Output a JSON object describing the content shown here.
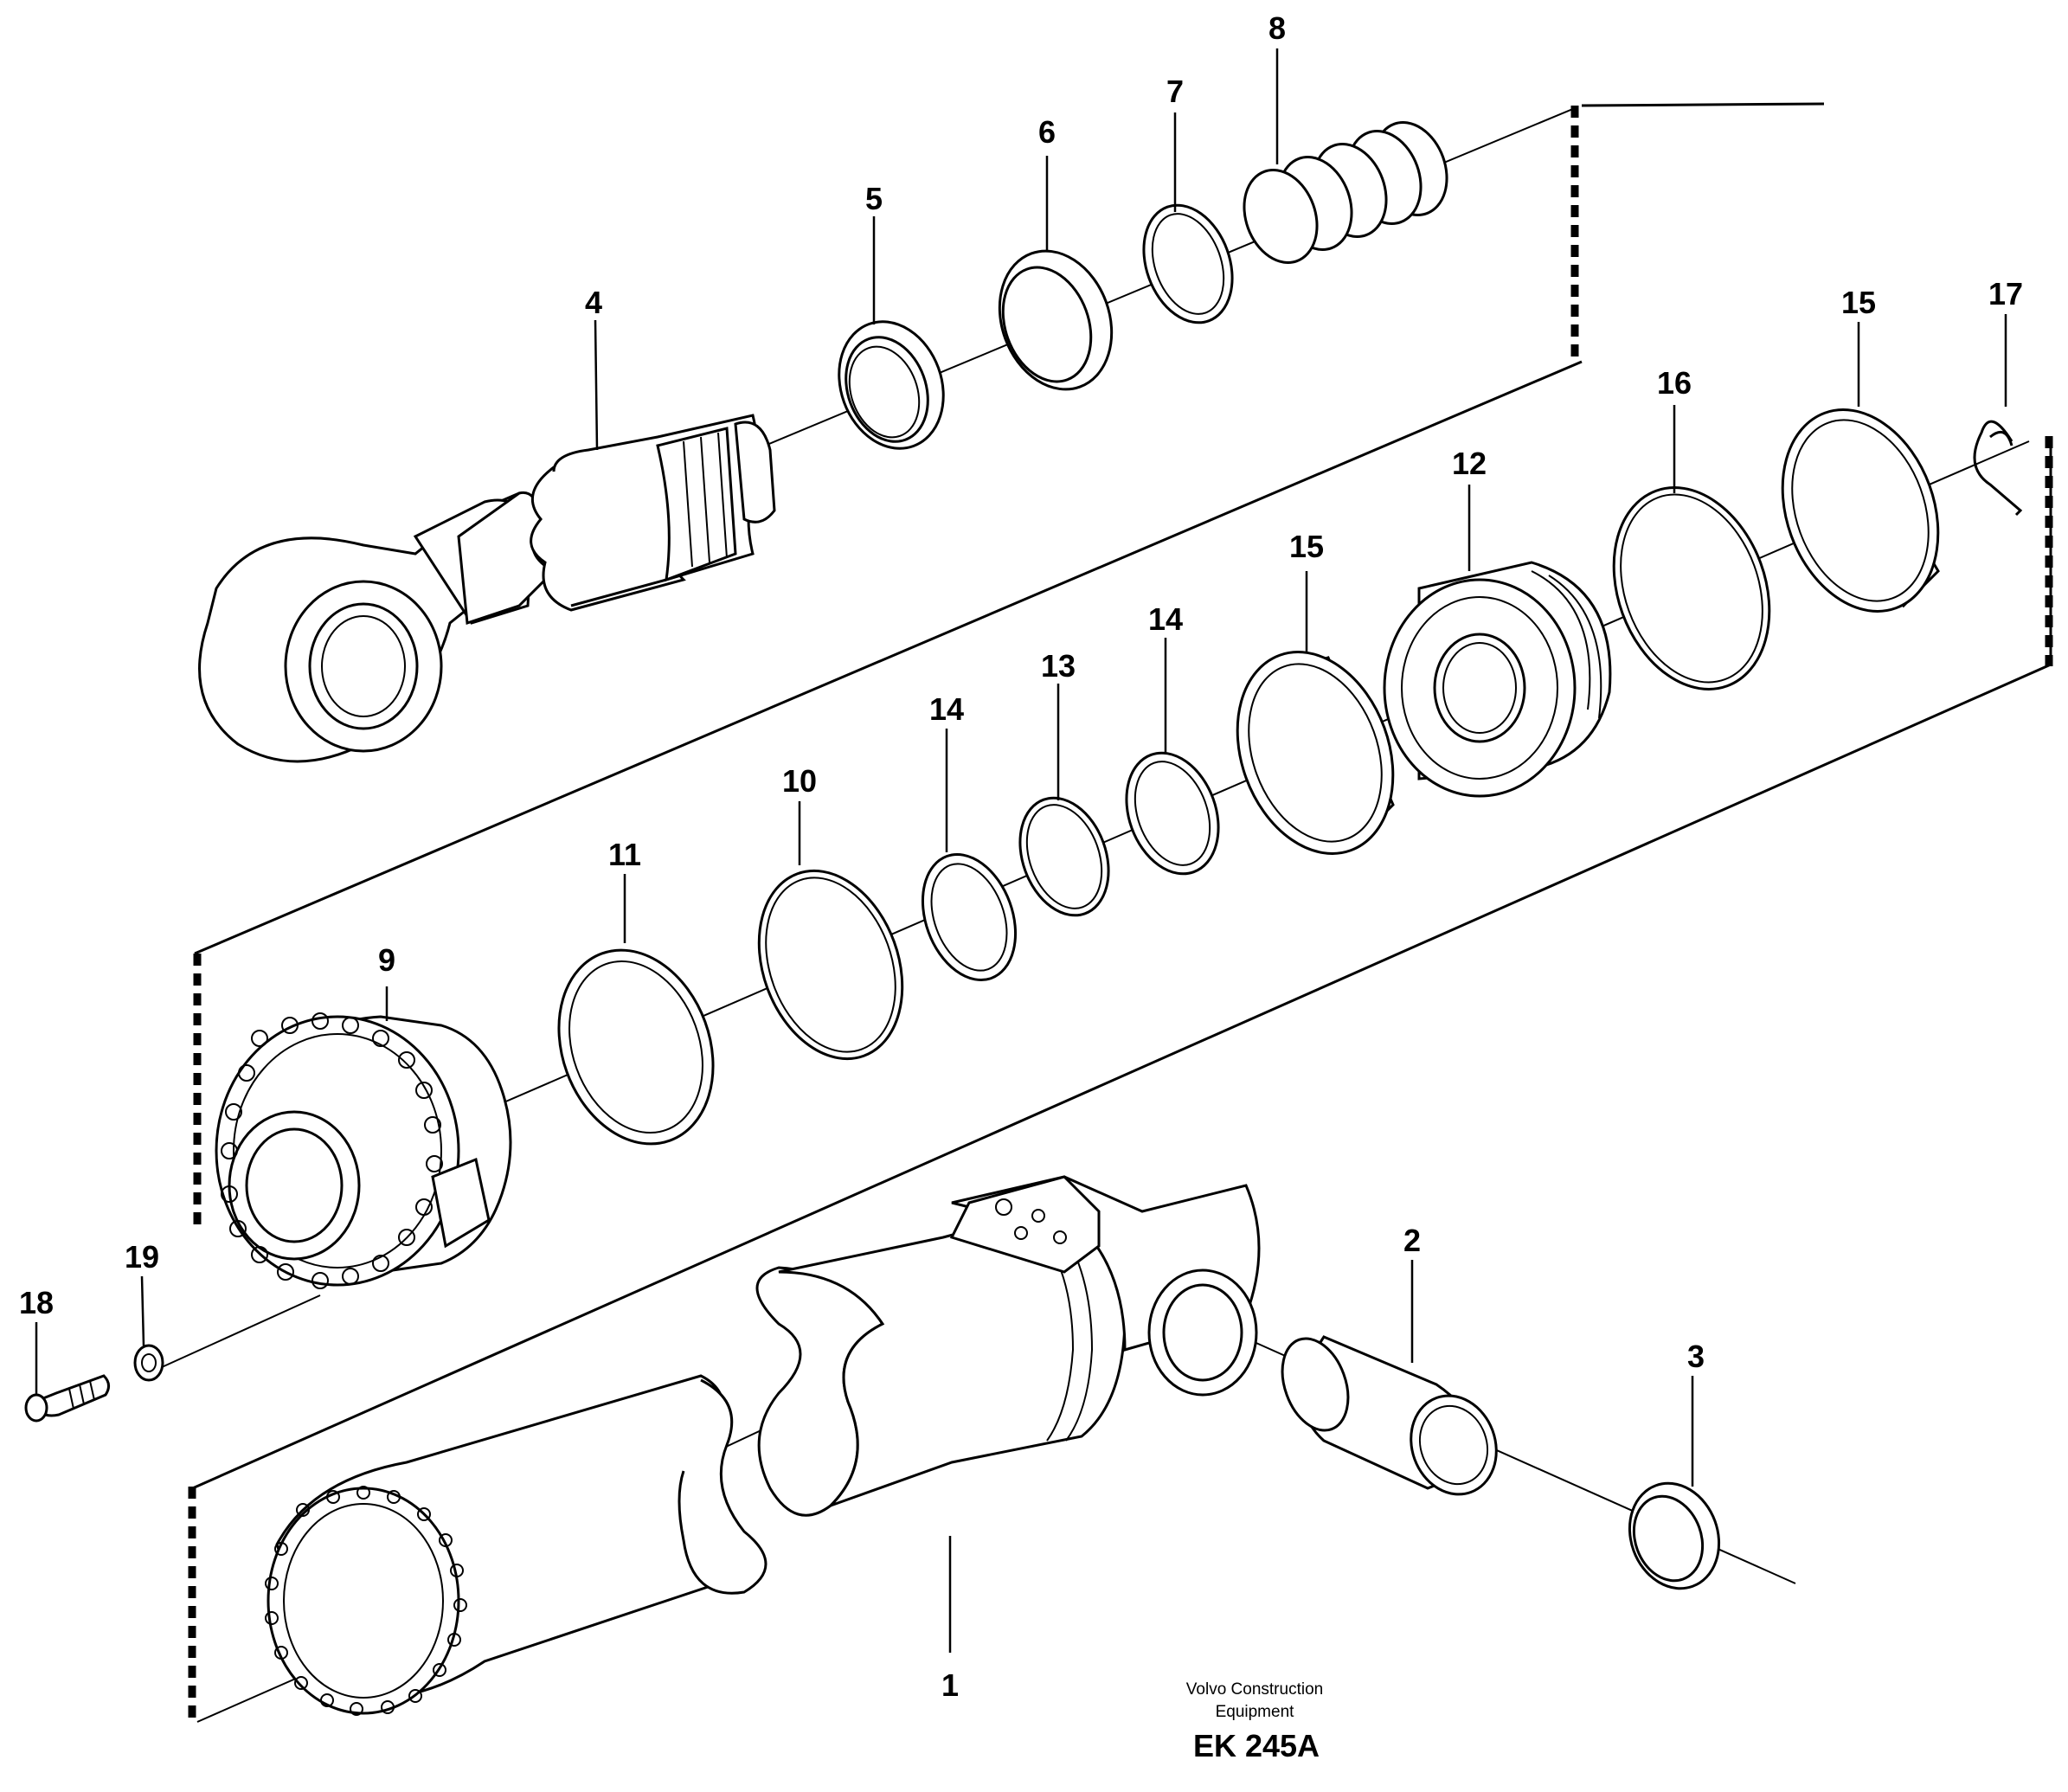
{
  "labels": {
    "p1": "1",
    "p2": "2",
    "p3": "3",
    "p4": "4",
    "p5": "5",
    "p6": "6",
    "p7": "7",
    "p8": "8",
    "p9": "9",
    "p10": "10",
    "p11": "11",
    "p12": "12",
    "p13": "13",
    "p14a": "14",
    "p14b": "14",
    "p15a": "15",
    "p15b": "15",
    "p16": "16",
    "p17": "17",
    "p18": "18",
    "p19": "19"
  },
  "footer": {
    "company_line1": "Volvo Construction",
    "company_line2": "Equipment",
    "code": "EK 245A"
  }
}
